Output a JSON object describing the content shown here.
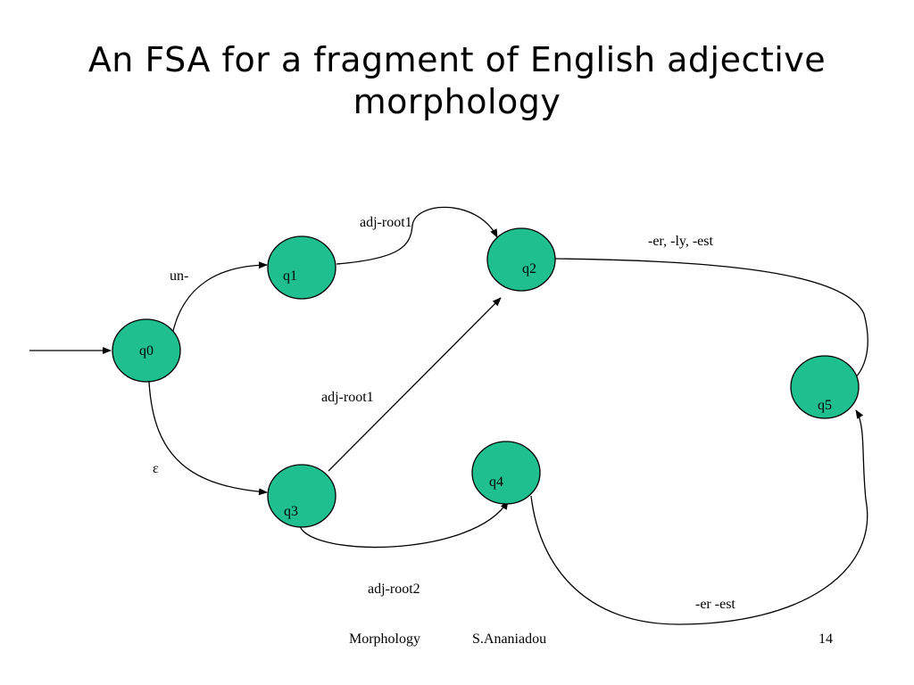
{
  "title": {
    "line1": "An FSA for a fragment of English adjective",
    "line2": "morphology"
  },
  "colors": {
    "state_fill": "#1fbf8f",
    "stroke": "#000000"
  },
  "states": {
    "q0": "q0",
    "q1": "q1",
    "q2": "q2",
    "q3": "q3",
    "q4": "q4",
    "q5": "q5"
  },
  "transitions": {
    "q0_q1": "un-",
    "q0_q3": "ε",
    "q1_q2": "adj-root1",
    "q3_q2": "adj-root1",
    "q3_q4": "adj-root2",
    "q2_q5": "-er, -ly, -est",
    "q4_q5": "-er -est"
  },
  "footer": {
    "left": "Morphology",
    "center": "S.Ananiadou",
    "page": "14"
  }
}
